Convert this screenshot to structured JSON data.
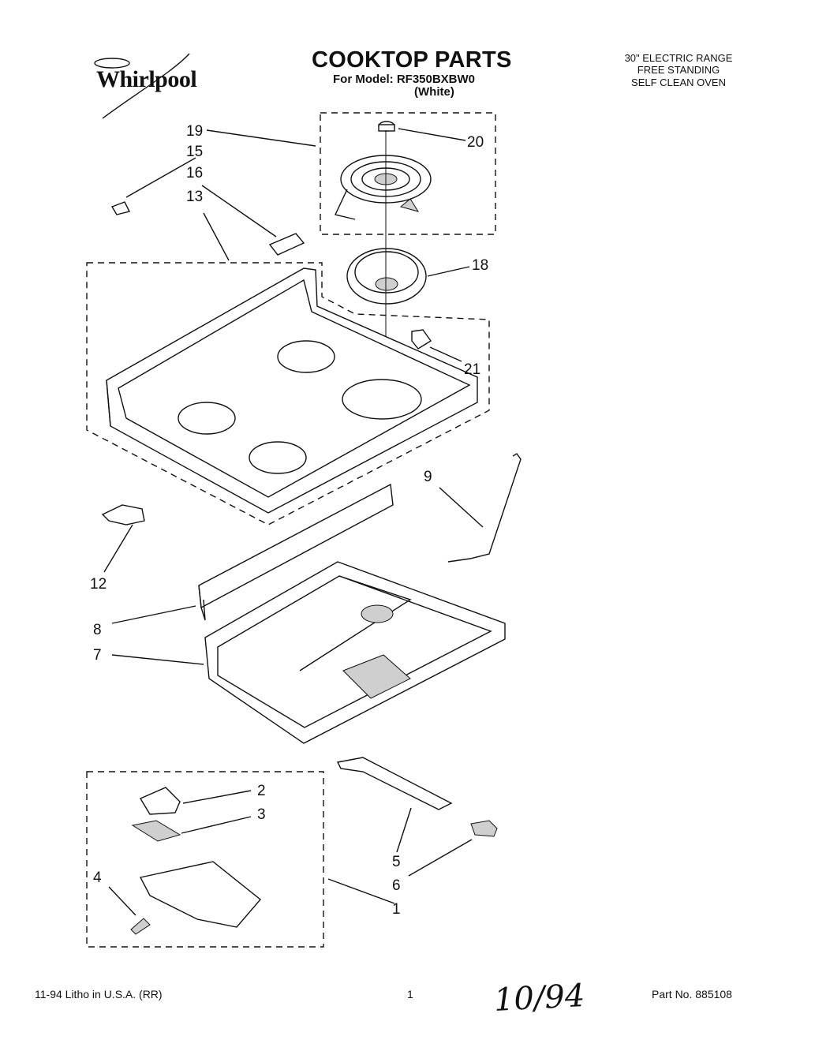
{
  "header": {
    "brand": "Whirlpool",
    "title": "COOKTOP PARTS",
    "model_line": "For Model: RF350BXBW0",
    "color_line": "(White)",
    "spec_lines": [
      "30\" ELECTRIC RANGE",
      "FREE STANDING",
      "SELF CLEAN OVEN"
    ]
  },
  "callouts": [
    "19",
    "15",
    "16",
    "13",
    "20",
    "18",
    "21",
    "9",
    "12",
    "8",
    "7",
    "2",
    "3",
    "4",
    "5",
    "6",
    "1"
  ],
  "footer": {
    "left": "11-94  Litho in U.S.A. (RR)",
    "page": "1",
    "right": "Part No. 885108",
    "handwritten": "10/94"
  }
}
